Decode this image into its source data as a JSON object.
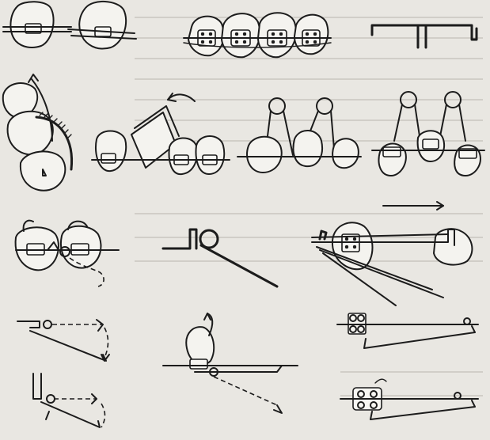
{
  "figure": {
    "kind": "orthodontic wire bending illustrations",
    "ink_color": "#1c1c1c",
    "paper_color": "#e9e7e2",
    "panels": [
      {
        "id": "p1",
        "subject": "two-teeth-with-wire"
      },
      {
        "id": "p2",
        "subject": "dental-arch-brackets"
      },
      {
        "id": "p3",
        "subject": "t-shaped-wire-loop"
      },
      {
        "id": "p4",
        "subject": "molar-with-coil-spring"
      },
      {
        "id": "p5",
        "subject": "tooth-rotation-with-arrow"
      },
      {
        "id": "p6",
        "subject": "vertical-loops-on-teeth"
      },
      {
        "id": "p7",
        "subject": "double-loops-on-teeth"
      },
      {
        "id": "p8",
        "subject": "molar-with-ligature-hook"
      },
      {
        "id": "p9",
        "subject": "helix-loop-bend"
      },
      {
        "id": "p10",
        "subject": "molar-tube-with-horizontal-arrow"
      },
      {
        "id": "p11",
        "subject": "cantilever-spring-activation-1"
      },
      {
        "id": "p12",
        "subject": "tooth-with-curved-arrow-spring"
      },
      {
        "id": "p13",
        "subject": "double-bracket-lever-1"
      },
      {
        "id": "p14",
        "subject": "cantilever-spring-activation-2"
      },
      {
        "id": "p15",
        "subject": "double-bracket-lever-2"
      }
    ]
  }
}
